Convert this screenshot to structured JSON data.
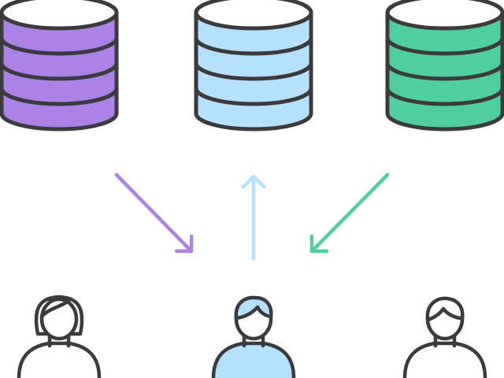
{
  "colors": {
    "outline": "#3b3b3e",
    "background": "#ffffff",
    "purple": "#ab82e6",
    "light_blue": "#b4e1fd",
    "green": "#4fcf9d"
  },
  "databases": [
    {
      "name": "database-purple",
      "icon": "database-icon",
      "color_key": "purple"
    },
    {
      "name": "database-light-blue",
      "icon": "database-icon",
      "color_key": "light_blue"
    },
    {
      "name": "database-green",
      "icon": "database-icon",
      "color_key": "green"
    }
  ],
  "arrows": [
    {
      "name": "arrow-purple-to-center",
      "direction": "down-right",
      "color_key": "purple"
    },
    {
      "name": "arrow-center-up",
      "direction": "up",
      "color_key": "light_blue"
    },
    {
      "name": "arrow-green-to-center",
      "direction": "down-left",
      "color_key": "green"
    }
  ],
  "users": [
    {
      "name": "user-left",
      "icon": "user-woman-icon",
      "fill_key": "background",
      "hair": "bob"
    },
    {
      "name": "user-center",
      "icon": "user-icon",
      "fill_key": "light_blue",
      "hair": "fringe"
    },
    {
      "name": "user-right",
      "icon": "user-icon",
      "fill_key": "background",
      "hair": "parted"
    }
  ]
}
